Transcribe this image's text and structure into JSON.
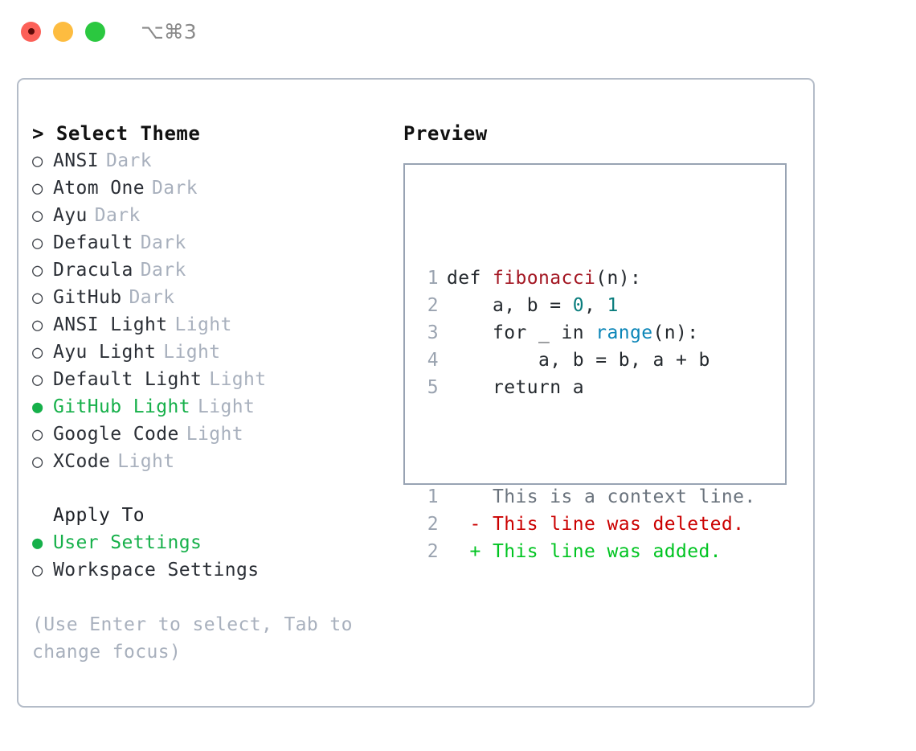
{
  "titlebar": {
    "shortcut": "⌥⌘3",
    "lights": [
      "close",
      "minimize",
      "maximize"
    ]
  },
  "theme_panel": {
    "heading": "> Select Theme",
    "bullet_selected": "●",
    "bullet_unselected": "○",
    "selected_color": "#16b04a",
    "items": [
      {
        "name": "ANSI",
        "tag": "Dark",
        "selected": false
      },
      {
        "name": "Atom One",
        "tag": "Dark",
        "selected": false
      },
      {
        "name": "Ayu",
        "tag": "Dark",
        "selected": false
      },
      {
        "name": "Default",
        "tag": "Dark",
        "selected": false
      },
      {
        "name": "Dracula",
        "tag": "Dark",
        "selected": false
      },
      {
        "name": "GitHub",
        "tag": "Dark",
        "selected": false
      },
      {
        "name": "ANSI Light",
        "tag": "Light",
        "selected": false
      },
      {
        "name": "Ayu Light",
        "tag": "Light",
        "selected": false
      },
      {
        "name": "Default Light",
        "tag": "Light",
        "selected": false
      },
      {
        "name": "GitHub Light",
        "tag": "Light",
        "selected": true
      },
      {
        "name": "Google Code",
        "tag": "Light",
        "selected": false
      },
      {
        "name": "XCode",
        "tag": "Light",
        "selected": false
      }
    ]
  },
  "apply_to": {
    "heading": "Apply To",
    "options": [
      {
        "name": "User Settings",
        "selected": true
      },
      {
        "name": "Workspace Settings",
        "selected": false
      }
    ]
  },
  "hint": "(Use Enter to select, Tab to change focus)",
  "preview": {
    "heading": "Preview",
    "code_lines": [
      {
        "no": "1",
        "segments": [
          {
            "t": "def ",
            "c": "plain"
          },
          {
            "t": "fibonacci",
            "c": "fn"
          },
          {
            "t": "(n):",
            "c": "plain"
          }
        ]
      },
      {
        "no": "2",
        "segments": [
          {
            "t": "    a, b = ",
            "c": "plain"
          },
          {
            "t": "0",
            "c": "num"
          },
          {
            "t": ", ",
            "c": "plain"
          },
          {
            "t": "1",
            "c": "num"
          }
        ]
      },
      {
        "no": "3",
        "segments": [
          {
            "t": "    for _ in ",
            "c": "plain"
          },
          {
            "t": "range",
            "c": "call"
          },
          {
            "t": "(n):",
            "c": "plain"
          }
        ]
      },
      {
        "no": "4",
        "segments": [
          {
            "t": "        a, b = b, a + b",
            "c": "plain"
          }
        ]
      },
      {
        "no": "5",
        "segments": [
          {
            "t": "    return a",
            "c": "plain"
          }
        ]
      }
    ],
    "diff_lines": [
      {
        "no": "1",
        "marker": " ",
        "text": " This is a context line.",
        "kind": "ctx"
      },
      {
        "no": "2",
        "marker": "-",
        "text": " This line was deleted.",
        "kind": "del"
      },
      {
        "no": "2",
        "marker": "+",
        "text": " This line was added.",
        "kind": "add"
      }
    ]
  }
}
